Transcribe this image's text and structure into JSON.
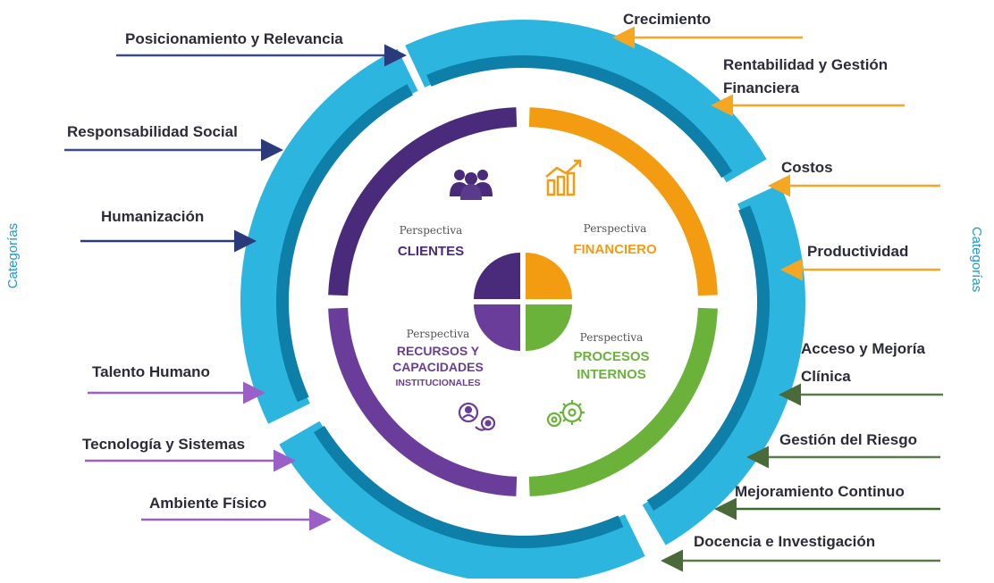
{
  "side_labels": {
    "left": "Categorías",
    "right": "Categorías"
  },
  "perspectives": {
    "clientes": {
      "pre": "Perspectiva",
      "name": "CLIENTES",
      "color": "#4a2a7a",
      "icon": "people-group-icon"
    },
    "financiero": {
      "pre": "Perspectiva",
      "name": "FINANCIERO",
      "color": "#f39c12",
      "icon": "growth-chart-icon"
    },
    "recursos": {
      "pre": "Perspectiva",
      "name_line1": "RECURSOS Y",
      "name_line2": "CAPACIDADES",
      "name_line3": "INSTITUCIONALES",
      "color": "#6a3d9a",
      "icon": "people-gear-icon"
    },
    "procesos": {
      "pre": "Perspectiva",
      "name_line1": "PROCESOS",
      "name_line2": "INTERNOS",
      "color": "#6ab23a",
      "icon": "gears-icon"
    }
  },
  "categories_left": [
    {
      "label": "Posicionamiento y Relevancia",
      "arrow_color": "#3a4a8a"
    },
    {
      "label": "Responsabilidad Social",
      "arrow_color": "#3a4a8a"
    },
    {
      "label": "Humanización",
      "arrow_color": "#2a3a7a"
    },
    {
      "label": "Talento Humano",
      "arrow_color": "#9a60c8"
    },
    {
      "label": "Tecnología y Sistemas",
      "arrow_color": "#9a60c8"
    },
    {
      "label": "Ambiente Físico",
      "arrow_color": "#9a60c8"
    }
  ],
  "categories_right": [
    {
      "label": "Crecimiento",
      "arrow_color": "#f5a623"
    },
    {
      "label_line1": "Rentabilidad y Gestión",
      "label_line2": "Financiera",
      "arrow_color": "#f5a623"
    },
    {
      "label": "Costos",
      "arrow_color": "#f5a623"
    },
    {
      "label": "Productividad",
      "arrow_color": "#f5a623"
    },
    {
      "label_line1": "Acceso y Mejoría",
      "label_line2": "Clínica",
      "arrow_color": "#5a7a4a"
    },
    {
      "label": "Gestión del Riesgo",
      "arrow_color": "#5a7a4a"
    },
    {
      "label": "Mejoramiento Continuo",
      "arrow_color": "#3a6a2a"
    },
    {
      "label": "Docencia e Investigación",
      "arrow_color": "#5a7a4a"
    }
  ],
  "colors": {
    "ring_outer": "#1aa3d1",
    "ring_inner": "#0d7fa8",
    "ring_band": "#2bb5df"
  }
}
